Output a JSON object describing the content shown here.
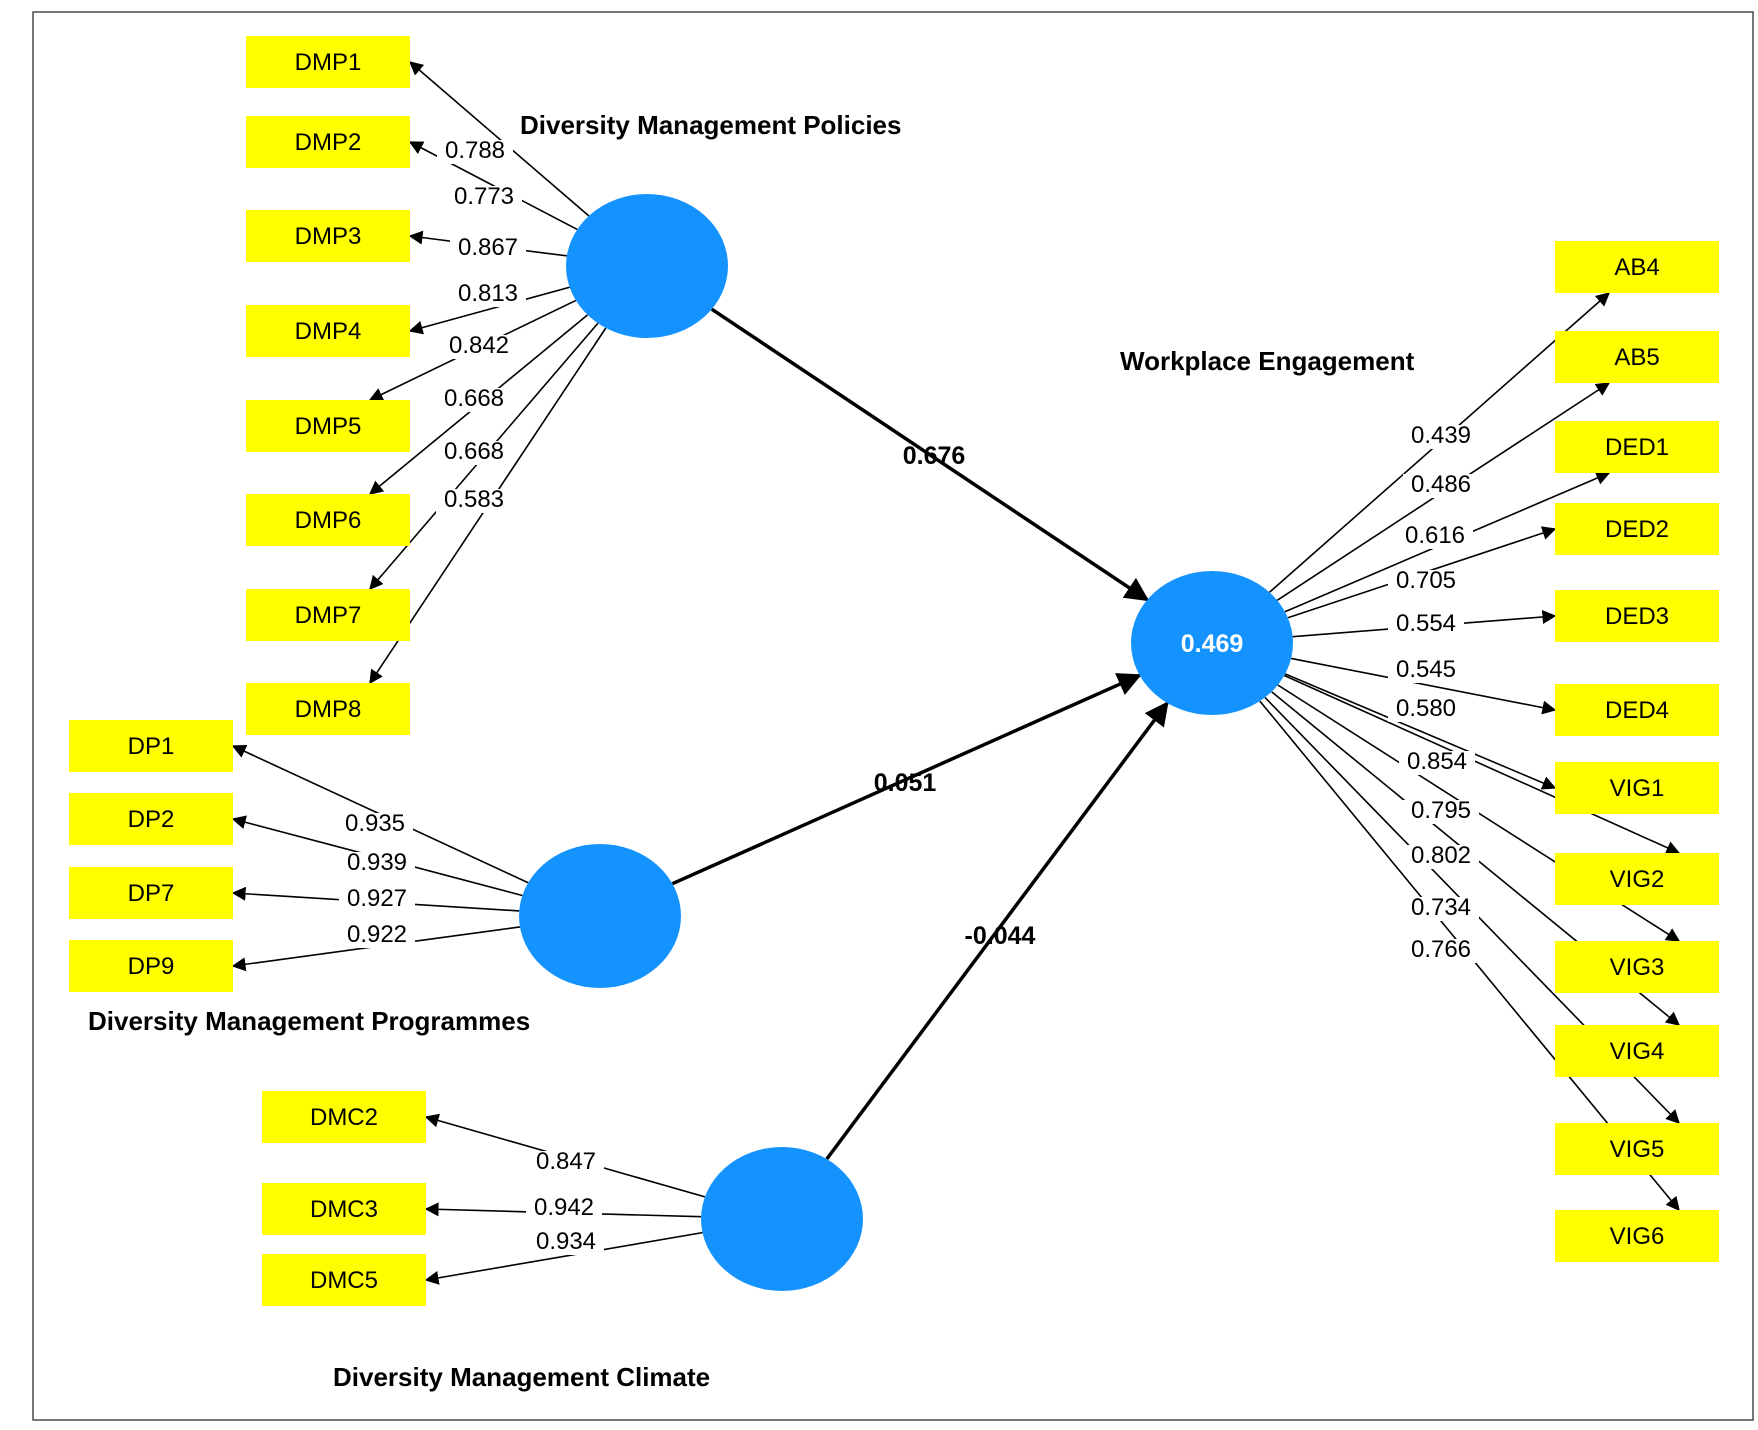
{
  "colors": {
    "construct": "#1493ff",
    "indicator": "#ffff00",
    "line": "#000000",
    "r2_text": "#ffffff"
  },
  "constructs": [
    {
      "id": "dmp",
      "title": "Diversity Management Policies",
      "r2": ""
    },
    {
      "id": "dprog",
      "title": "Diversity Management Programmes",
      "r2": ""
    },
    {
      "id": "dmc",
      "title": "Diversity Management Climate",
      "r2": ""
    },
    {
      "id": "we",
      "title": "Workplace Engagement",
      "r2": "0.469"
    }
  ],
  "loadings": {
    "dmp": [
      {
        "indicator": "DMP1",
        "value": "0.788"
      },
      {
        "indicator": "DMP2",
        "value": "0.773"
      },
      {
        "indicator": "DMP3",
        "value": "0.867"
      },
      {
        "indicator": "DMP4",
        "value": "0.813"
      },
      {
        "indicator": "DMP5",
        "value": "0.842"
      },
      {
        "indicator": "DMP6",
        "value": "0.668"
      },
      {
        "indicator": "DMP7",
        "value": "0.668"
      },
      {
        "indicator": "DMP8",
        "value": "0.583"
      }
    ],
    "dprog": [
      {
        "indicator": "DP1",
        "value": "0.935"
      },
      {
        "indicator": "DP2",
        "value": "0.939"
      },
      {
        "indicator": "DP7",
        "value": "0.927"
      },
      {
        "indicator": "DP9",
        "value": "0.922"
      }
    ],
    "dmc": [
      {
        "indicator": "DMC2",
        "value": "0.847"
      },
      {
        "indicator": "DMC3",
        "value": "0.942"
      },
      {
        "indicator": "DMC5",
        "value": "0.934"
      }
    ],
    "we": [
      {
        "indicator": "AB4",
        "value": "0.439"
      },
      {
        "indicator": "AB5",
        "value": "0.486"
      },
      {
        "indicator": "DED1",
        "value": "0.616"
      },
      {
        "indicator": "DED2",
        "value": "0.705"
      },
      {
        "indicator": "DED3",
        "value": "0.554"
      },
      {
        "indicator": "DED4",
        "value": "0.545"
      },
      {
        "indicator": "VIG1",
        "value": "0.580"
      },
      {
        "indicator": "VIG2",
        "value": "0.854"
      },
      {
        "indicator": "VIG3",
        "value": "0.795"
      },
      {
        "indicator": "VIG4",
        "value": "0.802"
      },
      {
        "indicator": "VIG5",
        "value": "0.734"
      },
      {
        "indicator": "VIG6",
        "value": "0.766"
      }
    ]
  },
  "paths": [
    {
      "from": "dmp",
      "to": "we",
      "value": "0.676"
    },
    {
      "from": "dprog",
      "to": "we",
      "value": "0.051"
    },
    {
      "from": "dmc",
      "to": "we",
      "value": "-0.044"
    }
  ]
}
